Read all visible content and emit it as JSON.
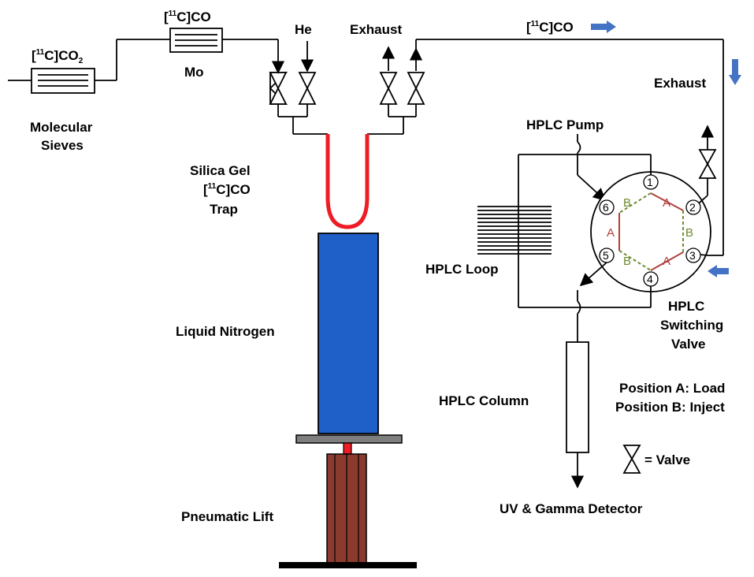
{
  "labels": {
    "co2_open": "[",
    "co2_sup": "11",
    "co2_mid": "C]CO",
    "co2_sub": "2",
    "co_open": "[",
    "co_sup": "11",
    "co_rest": "C]CO",
    "mo": "Mo",
    "he": "He",
    "exhaust_top": "Exhaust",
    "co_out_open": "[",
    "co_out_sup": "11",
    "co_out_rest": "C]CO",
    "molecular_1": "Molecular",
    "molecular_2": "Sieves",
    "trap_1": "Silica Gel",
    "trap_2_open": "[",
    "trap_2_sup": "11",
    "trap_2_rest": "C]CO",
    "trap_3": "Trap",
    "liquid_nitrogen": "Liquid Nitrogen",
    "pneumatic_lift": "Pneumatic Lift",
    "exhaust_right": "Exhaust",
    "hplc_pump": "HPLC Pump",
    "hplc_loop": "HPLC Loop",
    "switching_1": "HPLC",
    "switching_2": "Switching",
    "switching_3": "Valve",
    "hplc_column": "HPLC Column",
    "position_a": "Position A: Load",
    "position_b": "Position B: Inject",
    "valve_legend": "= Valve",
    "detector": "UV & Gamma Detector"
  },
  "valve": {
    "ports": [
      "1",
      "2",
      "3",
      "4",
      "5",
      "6"
    ],
    "a_label": "A",
    "b_label": "B"
  },
  "colors": {
    "trap_red": "#ee1c24",
    "nitrogen_blue": "#1f5fc8",
    "flow_arrow_blue": "#4472c4",
    "lift_brown": "#8b3a2f",
    "platform_gray": "#7f7f7f",
    "position_a_red": "#b0403c",
    "position_b_green": "#6e8b2e"
  }
}
